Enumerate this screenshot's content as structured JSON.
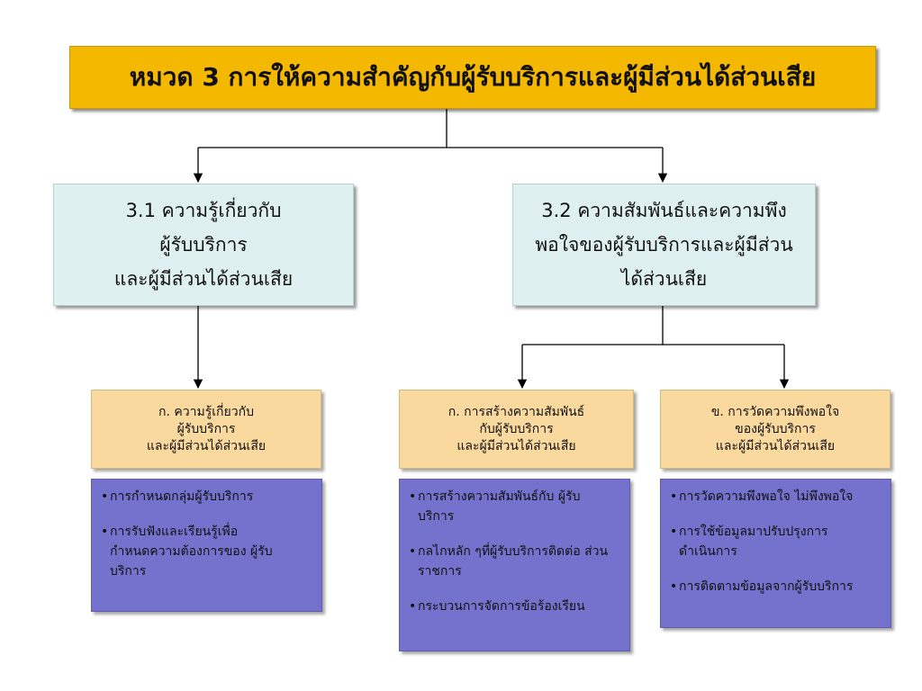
{
  "title": "หมวด 3 การให้ความสำคัญกับผู้รับบริการและผู้มีส่วนได้ส่วนเสีย",
  "sections": [
    {
      "lines": [
        "3.1 ความรู้เกี่ยวกับ",
        "ผู้รับบริการ",
        "และผู้มีส่วนได้ส่วนเสีย"
      ]
    },
    {
      "lines": [
        "3.2 ความสัมพันธ์และความพึง",
        "พอใจของผู้รับบริการและผู้มีส่วน",
        "ได้ส่วนเสีย"
      ]
    }
  ],
  "subsections": [
    {
      "lines": [
        "ก. ความรู้เกี่ยวกับ",
        "ผู้รับบริการ",
        "และผู้มีส่วนได้ส่วนเสีย"
      ],
      "items": [
        "การกำหนดกลุ่มผู้รับบริการ",
        "การรับฟังและเรียนรู้เพื่อ กำหนดความต้องการของ ผู้รับบริการ"
      ]
    },
    {
      "lines": [
        "ก. การสร้างความสัมพันธ์",
        "กับผู้รับบริการ",
        "และผู้มีส่วนได้ส่วนเสีย"
      ],
      "items": [
        "การสร้างความสัมพันธ์กับ ผู้รับบริการ",
        "กลไกหลัก ๆที่ผู้รับบริการติดต่อ ส่วนราชการ",
        "กระบวนการจัดการข้อร้องเรียน"
      ]
    },
    {
      "lines": [
        "ข. การวัดความพึงพอใจ",
        "ของผู้รับบริการ",
        "และผู้มีส่วนได้ส่วนเสีย"
      ],
      "items": [
        "การวัดความพึงพอใจ ไม่พึงพอใจ",
        "การใช้ข้อมูลมาปรับปรุงการ ดำเนินการ",
        "การติดตามข้อมูลจากผู้รับบริการ"
      ]
    }
  ],
  "bullet_char": "•",
  "colors": {
    "title_bg": "#f5b800",
    "section_bg": "#dff0f0",
    "subsection_bg": "#fad99e",
    "detail_bg": "#7472cc"
  }
}
